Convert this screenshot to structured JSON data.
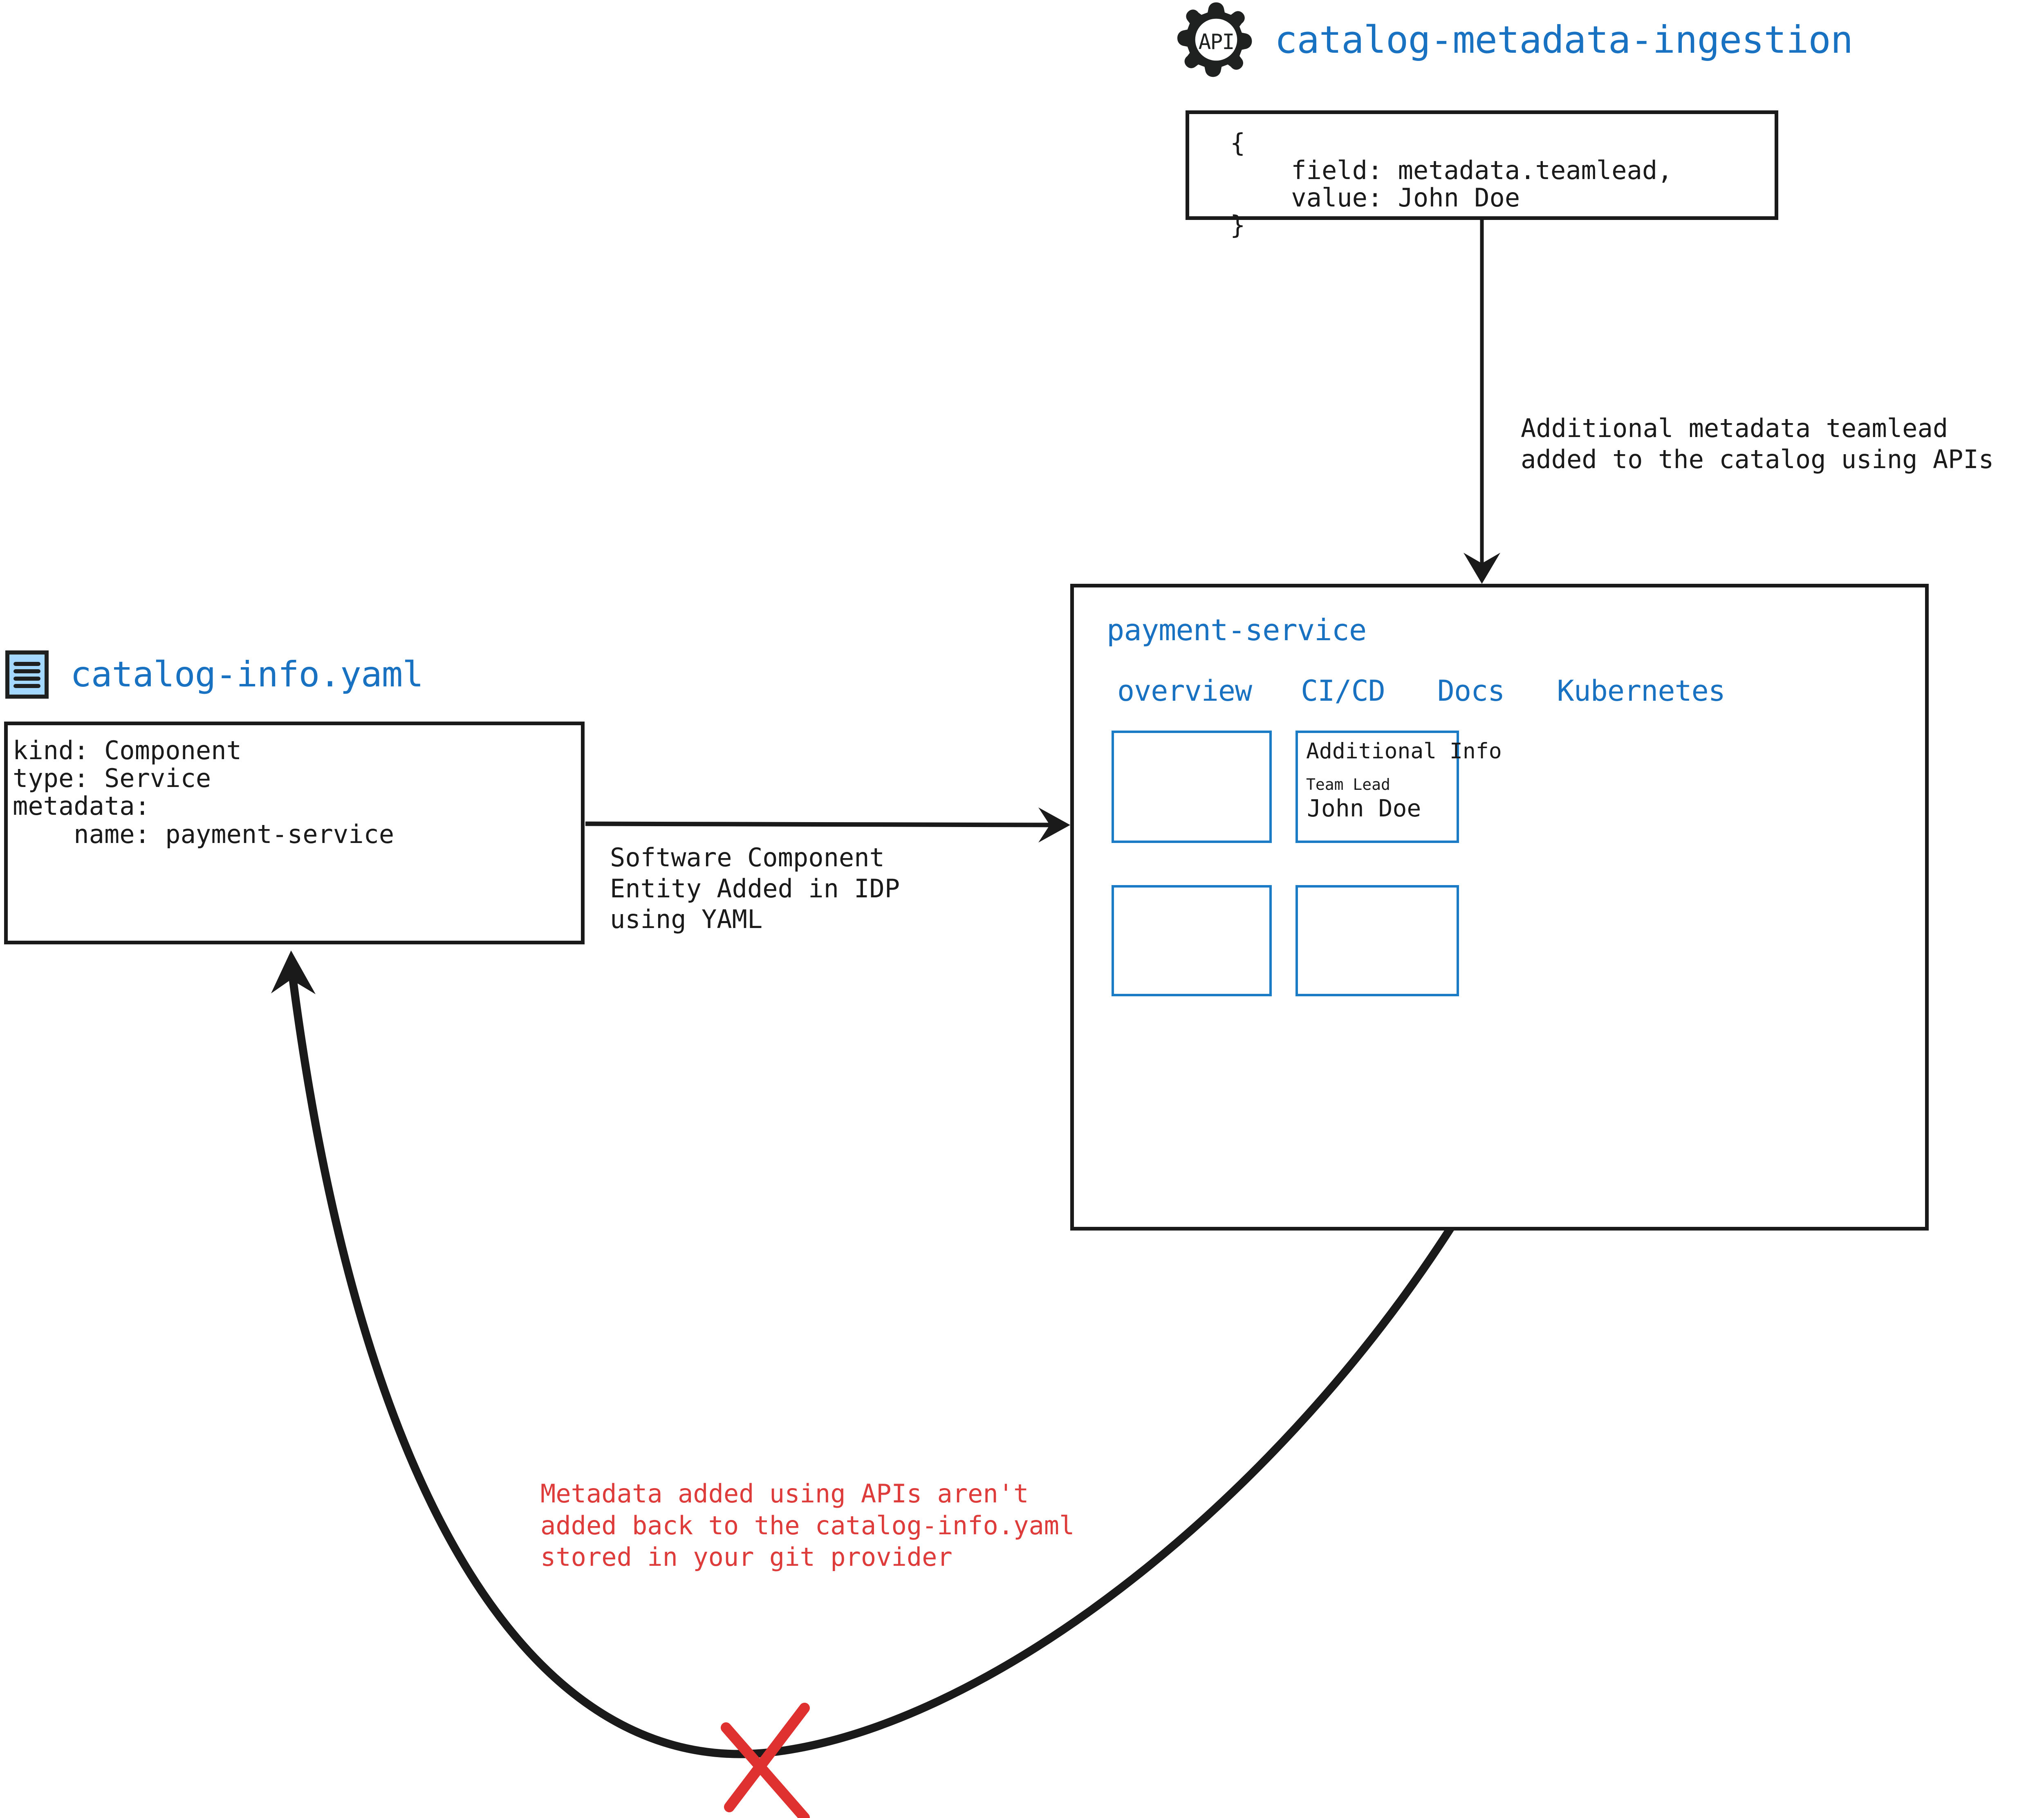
{
  "api_source": {
    "icon": "api-gear-icon",
    "title": "catalog-metadata-ingestion",
    "code": "{\n    field: metadata.teamlead,\n    value: John Doe\n}",
    "color": "#1971C2"
  },
  "api_flow_label": "Additional metadata teamlead\nadded to the catalog using APIs",
  "yaml_source": {
    "icon": "yaml-file-icon",
    "title": "catalog-info.yaml",
    "code": "kind: Component\ntype: Service\nmetadata:\n    name: payment-service",
    "color": "#1971C2",
    "icon_fill": "#A5D8FF"
  },
  "yaml_flow_label": "Software Component\nEntity Added in IDP\nusing YAML",
  "service_panel": {
    "name": "payment-service",
    "tabs": [
      {
        "label": "overview"
      },
      {
        "label": "CI/CD"
      },
      {
        "label": "Docs"
      },
      {
        "label": "Kubernetes"
      }
    ],
    "cards": [
      {
        "id": "card-tl",
        "title": "",
        "empty": true
      },
      {
        "id": "card-tr",
        "title": "Additional Info",
        "field_label": "Team Lead",
        "field_value": "John Doe",
        "empty": false
      },
      {
        "id": "card-bl",
        "title": "",
        "empty": true
      },
      {
        "id": "card-br",
        "title": "",
        "empty": true
      }
    ],
    "accent_color": "#1B7BC4"
  },
  "warning_note": {
    "text": "Metadata added using APIs aren't\nadded back to the catalog-info.yaml\nstored in your git provider",
    "color": "#DE3B3B"
  },
  "blocked_marker": {
    "icon": "red-cross-icon",
    "color": "#E03131"
  }
}
